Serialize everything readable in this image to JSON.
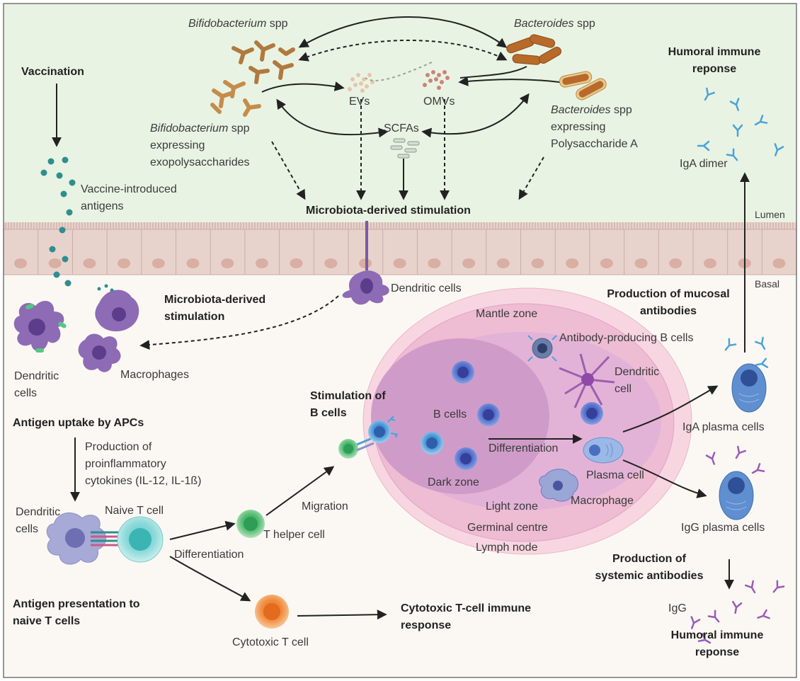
{
  "microbes": {
    "bifido_top": "Bifidobacterium",
    "bifido_top_suffix": " spp",
    "bacteroides_top": "Bacteroides",
    "bacteroides_top_suffix": " spp",
    "bifido_exo_name": "Bifidobacterium",
    "bifido_exo_suffix": " spp",
    "bifido_exo_line2": "expressing",
    "bifido_exo_line3": "exopolysaccharides",
    "bact_psa_name": "Bacteroides",
    "bact_psa_suffix": " spp",
    "bact_psa_line2": "expressing",
    "bact_psa_line3": "Polysaccharide A",
    "evs": "EVs",
    "omvs": "OMVs",
    "scfas": "SCFAs",
    "stimulation": "Microbiota-derived stimulation"
  },
  "vaccination": {
    "title": "Vaccination",
    "antigens_line1": "Vaccine-introduced",
    "antigens_line2": "antigens"
  },
  "humoral_top": {
    "line1": "Humoral immune",
    "line2": "reponse",
    "iga_dimer": "IgA dimer",
    "lumen": "Lumen",
    "basal": "Basal"
  },
  "left": {
    "stim_line1": "Microbiota-derived",
    "stim_line2": "stimulation",
    "dendritic_cells": "Dendritic cells",
    "dc_line1": "Dendritic",
    "dc_line2": "cells",
    "macrophages": "Macrophages",
    "antigen_uptake": "Antigen uptake by APCs",
    "prod_line1": "Production of",
    "prod_line2": "proinflammatory",
    "prod_line3": "cytokines (IL-12, IL-1ß)",
    "dc2_line1": "Dendritic",
    "dc2_line2": "cells",
    "naive_t": "Naive T cell",
    "presentation_line1": "Antigen presentation to",
    "presentation_line2": "naive T cells",
    "differentiation": "Differentiation",
    "migration": "Migration",
    "t_helper": "T helper cell",
    "cytotoxic_t": "Cytotoxic T cell",
    "cytotoxic_resp_line1": "Cytotoxic T-cell immune",
    "cytotoxic_resp_line2": "response"
  },
  "lymph": {
    "stim_b_line1": "Stimulation of",
    "stim_b_line2": "B cells",
    "mantle_zone": "Mantle zone",
    "antibody_b": "Antibody-producing B cells",
    "dendritic_line1": "Dendritic",
    "dendritic_line2": "cell",
    "b_cells": "B cells",
    "differentiation": "Differentiation",
    "dark_zone": "Dark zone",
    "plasma_cell": "Plasma cell",
    "light_zone": "Light zone",
    "macrophage": "Macrophage",
    "germinal_centre": "Germinal centre",
    "lymph_node": "Lymph node"
  },
  "right": {
    "mucosal_line1": "Production of mucosal",
    "mucosal_line2": "antibodies",
    "iga_plasma": "IgA plasma cells",
    "igg_plasma": "IgG plasma cells",
    "systemic_line1": "Production of",
    "systemic_line2": "systemic antibodies",
    "igg": "IgG",
    "humoral_line1": "Humoral immune",
    "humoral_line2": "reponse"
  },
  "colors": {
    "lumen_bg": "#e9f3e3",
    "basal_bg": "#fbf8f3",
    "epithelium": "#e8d3cc",
    "nucleus": "#d9aea3",
    "lymph_outer": "#f7d6e1",
    "lymph_mid": "#eebcd3",
    "lymph_inner": "#d7a8d1",
    "dendritic": "#8e6bb5",
    "bifido": "#c0874a",
    "bacteroides": "#b76a2a",
    "antigen": "#2f8e8e",
    "b_cell": "#5a78c9",
    "t_helper": "#4fb56d",
    "cytotoxic": "#ef8a3a",
    "iga": "#4aa3d9",
    "igg": "#9b5ab8"
  }
}
